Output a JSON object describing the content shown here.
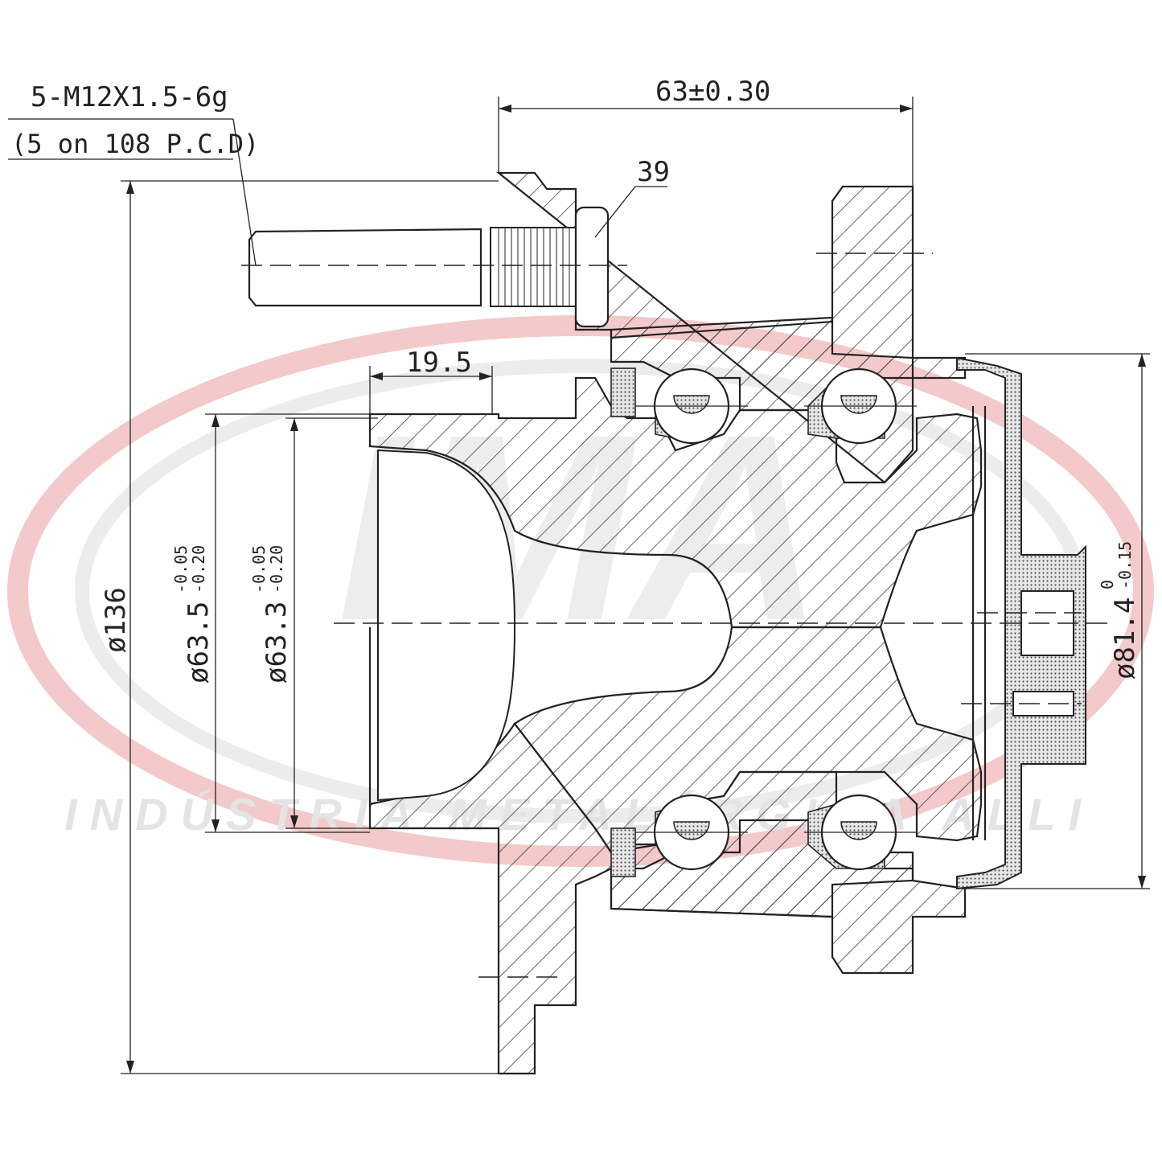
{
  "watermark": {
    "logo_text": "IMA",
    "company_name": "INDÚSTRIA METALÚRGICA ALLI",
    "colors": {
      "ring_red": "#f3c9c9",
      "ring_gray": "#e8e8e8",
      "logo_gray": "#ececec",
      "text_gray": "#e6e6e6"
    }
  },
  "dimensions": {
    "stud_thread": "5-M12X1.5-6g",
    "stud_pcd": "(5 on 108 P.C.D)",
    "overall_width": "63±0.30",
    "stud_length": "39",
    "flange_offset": "19.5",
    "flange_diameter": "ø136",
    "bore_outer": "ø63.5",
    "bore_outer_tol_upper": "-0.05",
    "bore_outer_tol_lower": "-0.20",
    "bore_inner": "ø63.3",
    "bore_inner_tol_upper": "-0.05",
    "bore_inner_tol_lower": "-0.20",
    "mount_diameter": "ø81.4",
    "mount_tol_upper": "0",
    "mount_tol_lower": "-0.15"
  },
  "colors": {
    "ink": "#222222",
    "hatch": "#333333",
    "seal_fill": "#bdbdbd",
    "ball_fill": "#ffffff"
  }
}
